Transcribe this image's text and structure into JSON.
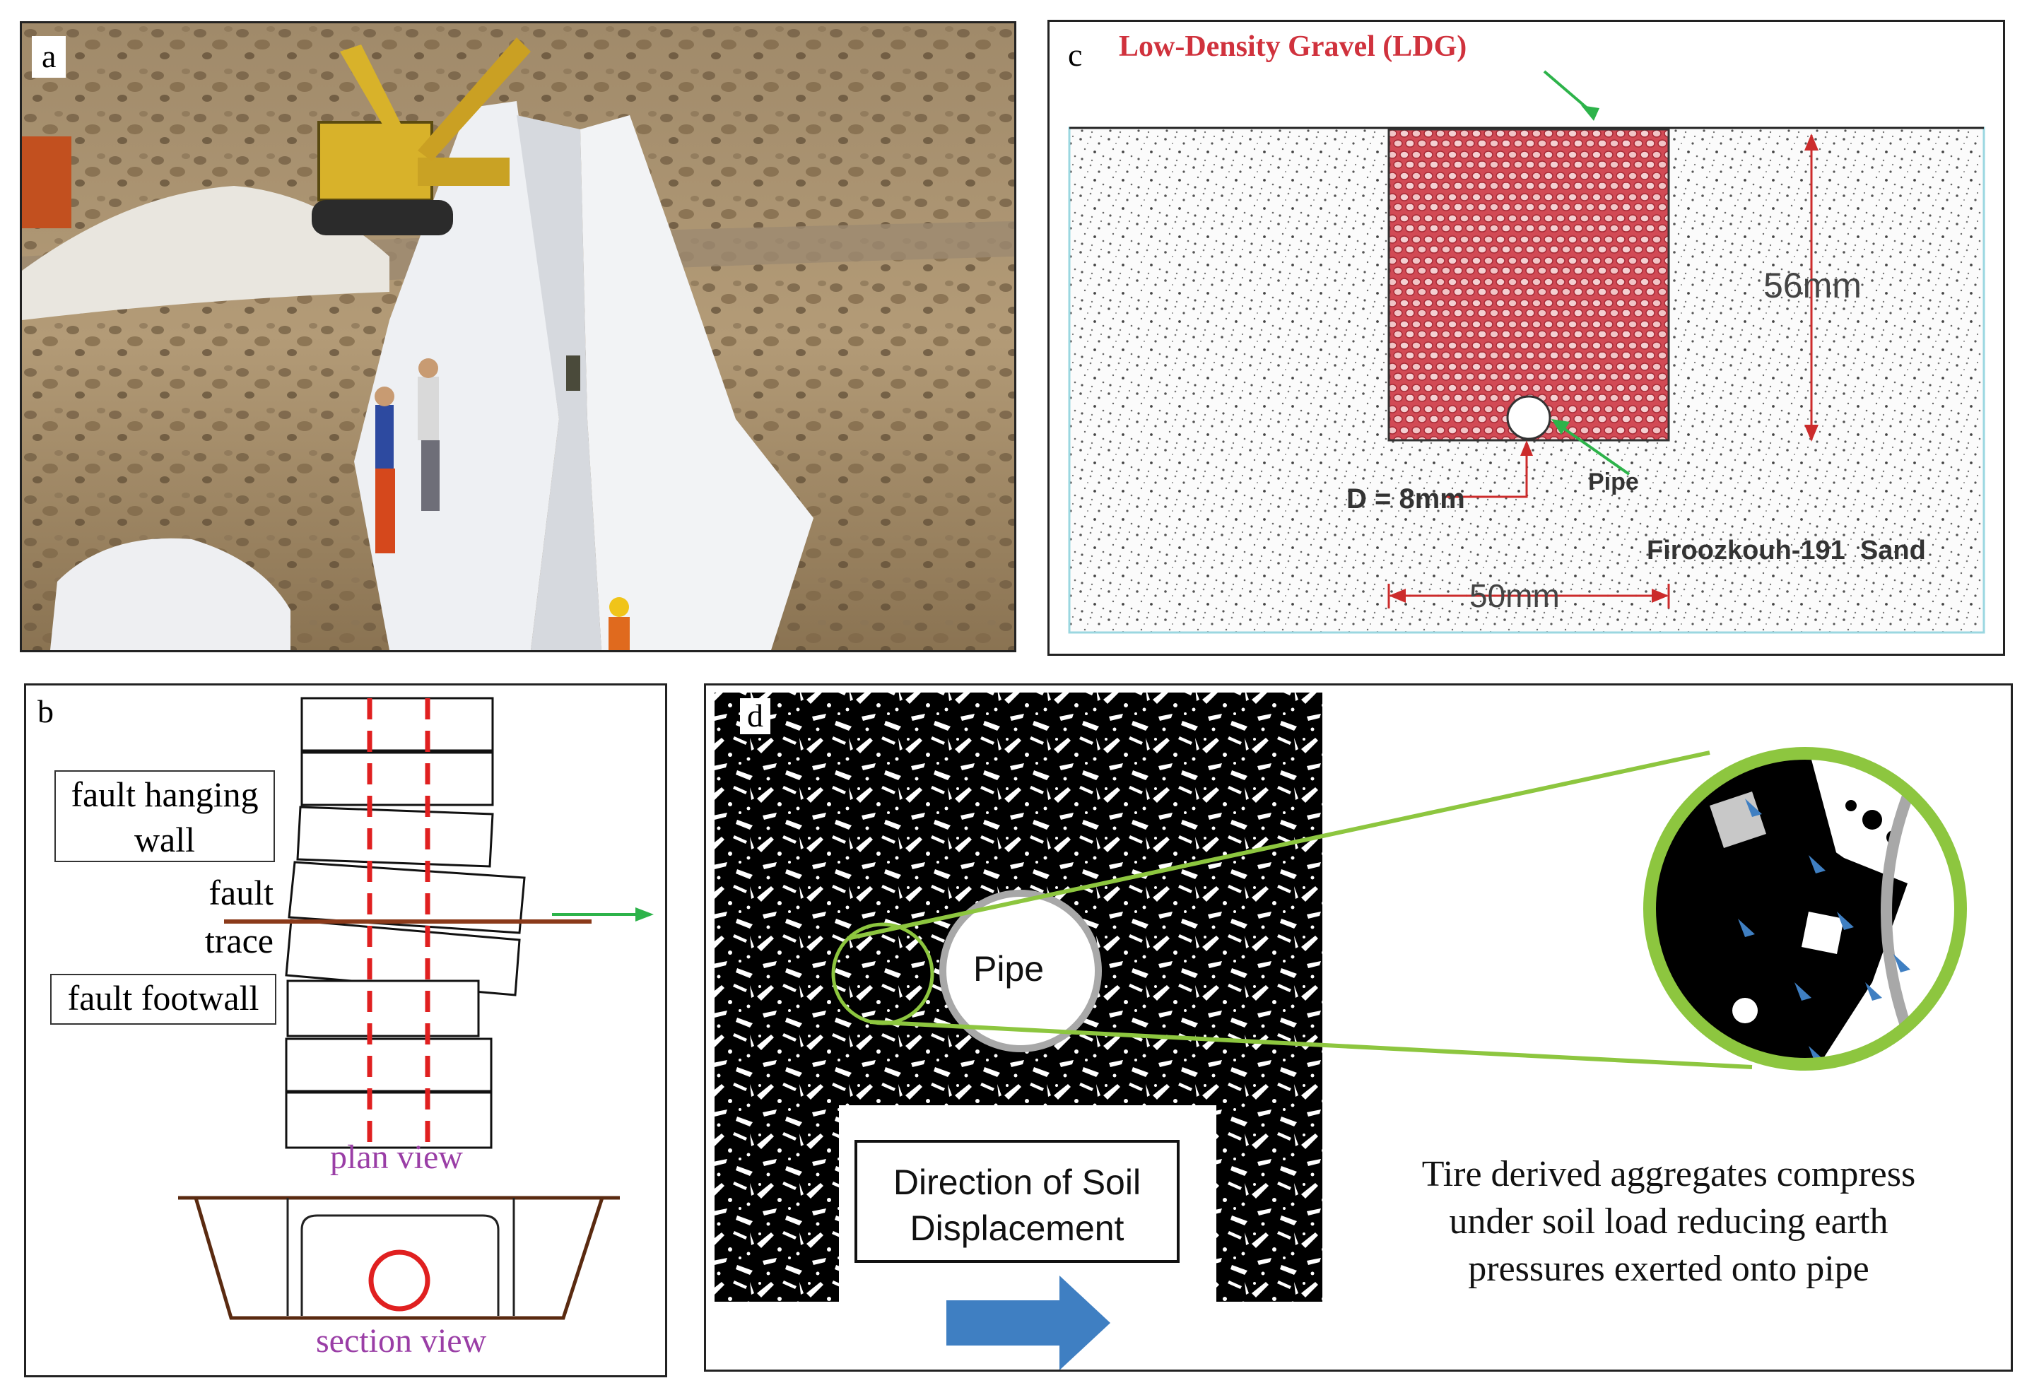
{
  "panels": {
    "a": {
      "label": "a"
    },
    "b": {
      "label": "b",
      "hanging_wall": "fault hanging wall",
      "fault_trace": "fault trace",
      "footwall": "fault footwall",
      "plan_view": "plan view",
      "section_view": "section view"
    },
    "c": {
      "label": "c",
      "title": "Low-Density Gravel (LDG)",
      "height_dim": "56mm",
      "width_dim": "50mm",
      "pipe": "Pipe",
      "diameter": "D = 8mm",
      "sand": "Firoozkouh-191  Sand"
    },
    "d": {
      "label": "d",
      "pipe": "Pipe",
      "direction_line1": "Direction of Soil",
      "direction_line2": "Displacement",
      "caption_line1": "Tire derived aggregates compress",
      "caption_line2": "under soil load reducing earth",
      "caption_line3": "pressures exerted onto pipe"
    }
  },
  "colors": {
    "ldg_red": "#d24a55",
    "fault_red": "#e02020",
    "fault_trace_brown": "#8b3a1a",
    "arrow_green": "#2db34a",
    "view_purple": "#9a3ea6",
    "zoom_green": "#8dc63f",
    "displacement_blue": "#3f7fc2",
    "pipe_gray": "#a8a8a8"
  }
}
